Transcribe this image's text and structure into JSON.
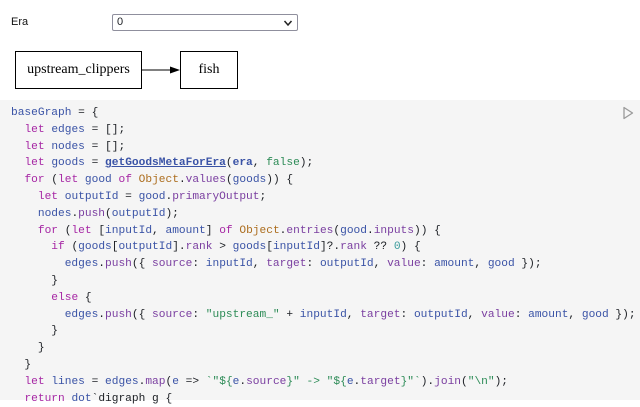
{
  "era_control": {
    "label": "Era",
    "selected": "0"
  },
  "graph": {
    "nodes": [
      "upstream_clippers",
      "fish"
    ]
  },
  "code": {
    "lines": [
      [
        [
          "var",
          "baseGraph"
        ],
        [
          "plain",
          " = {"
        ]
      ],
      [
        [
          "plain",
          "  "
        ],
        [
          "kw",
          "let"
        ],
        [
          "plain",
          " "
        ],
        [
          "var",
          "edges"
        ],
        [
          "plain",
          " = [];"
        ]
      ],
      [
        [
          "plain",
          "  "
        ],
        [
          "kw",
          "let"
        ],
        [
          "plain",
          " "
        ],
        [
          "var",
          "nodes"
        ],
        [
          "plain",
          " = [];"
        ]
      ],
      [
        [
          "plain",
          "  "
        ],
        [
          "kw",
          "let"
        ],
        [
          "plain",
          " "
        ],
        [
          "var",
          "goods"
        ],
        [
          "plain",
          " = "
        ],
        [
          "fn",
          "getGoodsMetaForEra"
        ],
        [
          "plain",
          "("
        ],
        [
          "arg",
          "era"
        ],
        [
          "plain",
          ", "
        ],
        [
          "lit",
          "false"
        ],
        [
          "plain",
          ");"
        ]
      ],
      [
        [
          "plain",
          "  "
        ],
        [
          "kw",
          "for"
        ],
        [
          "plain",
          " ("
        ],
        [
          "kw",
          "let"
        ],
        [
          "plain",
          " "
        ],
        [
          "var",
          "good"
        ],
        [
          "plain",
          " "
        ],
        [
          "kw",
          "of"
        ],
        [
          "plain",
          " "
        ],
        [
          "obj",
          "Object"
        ],
        [
          "plain",
          "."
        ],
        [
          "prop",
          "values"
        ],
        [
          "plain",
          "("
        ],
        [
          "var",
          "goods"
        ],
        [
          "plain",
          ")) {"
        ]
      ],
      [
        [
          "plain",
          "    "
        ],
        [
          "kw",
          "let"
        ],
        [
          "plain",
          " "
        ],
        [
          "var",
          "outputId"
        ],
        [
          "plain",
          " = "
        ],
        [
          "var",
          "good"
        ],
        [
          "plain",
          "."
        ],
        [
          "prop",
          "primaryOutput"
        ],
        [
          "plain",
          ";"
        ]
      ],
      [
        [
          "plain",
          "    "
        ],
        [
          "var",
          "nodes"
        ],
        [
          "plain",
          "."
        ],
        [
          "prop",
          "push"
        ],
        [
          "plain",
          "("
        ],
        [
          "var",
          "outputId"
        ],
        [
          "plain",
          ");"
        ]
      ],
      [
        [
          "plain",
          "    "
        ],
        [
          "kw",
          "for"
        ],
        [
          "plain",
          " ("
        ],
        [
          "kw",
          "let"
        ],
        [
          "plain",
          " ["
        ],
        [
          "var",
          "inputId"
        ],
        [
          "plain",
          ", "
        ],
        [
          "var",
          "amount"
        ],
        [
          "plain",
          "] "
        ],
        [
          "kw",
          "of"
        ],
        [
          "plain",
          " "
        ],
        [
          "obj",
          "Object"
        ],
        [
          "plain",
          "."
        ],
        [
          "prop",
          "entries"
        ],
        [
          "plain",
          "("
        ],
        [
          "var",
          "good"
        ],
        [
          "plain",
          "."
        ],
        [
          "prop",
          "inputs"
        ],
        [
          "plain",
          ")) {"
        ]
      ],
      [
        [
          "plain",
          "      "
        ],
        [
          "kw",
          "if"
        ],
        [
          "plain",
          " ("
        ],
        [
          "var",
          "goods"
        ],
        [
          "plain",
          "["
        ],
        [
          "var",
          "outputId"
        ],
        [
          "plain",
          "]."
        ],
        [
          "prop",
          "rank"
        ],
        [
          "plain",
          " > "
        ],
        [
          "var",
          "goods"
        ],
        [
          "plain",
          "["
        ],
        [
          "var",
          "inputId"
        ],
        [
          "plain",
          "]?."
        ],
        [
          "prop",
          "rank"
        ],
        [
          "plain",
          " ?? "
        ],
        [
          "num",
          "0"
        ],
        [
          "plain",
          ") {"
        ]
      ],
      [
        [
          "plain",
          "        "
        ],
        [
          "var",
          "edges"
        ],
        [
          "plain",
          "."
        ],
        [
          "prop",
          "push"
        ],
        [
          "plain",
          "({ "
        ],
        [
          "prop",
          "source"
        ],
        [
          "plain",
          ": "
        ],
        [
          "var",
          "inputId"
        ],
        [
          "plain",
          ", "
        ],
        [
          "prop",
          "target"
        ],
        [
          "plain",
          ": "
        ],
        [
          "var",
          "outputId"
        ],
        [
          "plain",
          ", "
        ],
        [
          "prop",
          "value"
        ],
        [
          "plain",
          ": "
        ],
        [
          "var",
          "amount"
        ],
        [
          "plain",
          ", "
        ],
        [
          "var",
          "good"
        ],
        [
          "plain",
          " });"
        ]
      ],
      [
        [
          "plain",
          "      }"
        ]
      ],
      [
        [
          "plain",
          "      "
        ],
        [
          "kw",
          "else"
        ],
        [
          "plain",
          " {"
        ]
      ],
      [
        [
          "plain",
          "        "
        ],
        [
          "var",
          "edges"
        ],
        [
          "plain",
          "."
        ],
        [
          "prop",
          "push"
        ],
        [
          "plain",
          "({ "
        ],
        [
          "prop",
          "source"
        ],
        [
          "plain",
          ": "
        ],
        [
          "str",
          "\"upstream_\""
        ],
        [
          "plain",
          " + "
        ],
        [
          "var",
          "inputId"
        ],
        [
          "plain",
          ", "
        ],
        [
          "prop",
          "target"
        ],
        [
          "plain",
          ": "
        ],
        [
          "var",
          "outputId"
        ],
        [
          "plain",
          ", "
        ],
        [
          "prop",
          "value"
        ],
        [
          "plain",
          ": "
        ],
        [
          "var",
          "amount"
        ],
        [
          "plain",
          ", "
        ],
        [
          "var",
          "good"
        ],
        [
          "plain",
          " });"
        ]
      ],
      [
        [
          "plain",
          "      }"
        ]
      ],
      [
        [
          "plain",
          "    }"
        ]
      ],
      [
        [
          "plain",
          "  }"
        ]
      ],
      [
        [
          "plain",
          "  "
        ],
        [
          "kw",
          "let"
        ],
        [
          "plain",
          " "
        ],
        [
          "var",
          "lines"
        ],
        [
          "plain",
          " = "
        ],
        [
          "var",
          "edges"
        ],
        [
          "plain",
          "."
        ],
        [
          "prop",
          "map"
        ],
        [
          "plain",
          "("
        ],
        [
          "var",
          "e"
        ],
        [
          "plain",
          " => "
        ],
        [
          "str",
          "`\"${"
        ],
        [
          "var",
          "e"
        ],
        [
          "plain",
          "."
        ],
        [
          "prop",
          "source"
        ],
        [
          "str",
          "}\" -> \"${"
        ],
        [
          "var",
          "e"
        ],
        [
          "plain",
          "."
        ],
        [
          "prop",
          "target"
        ],
        [
          "str",
          "}\"`"
        ],
        [
          "plain",
          ")."
        ],
        [
          "prop",
          "join"
        ],
        [
          "plain",
          "("
        ],
        [
          "str",
          "\"\\n\""
        ],
        [
          "plain",
          ");"
        ]
      ],
      [
        [
          "plain",
          "  "
        ],
        [
          "kw",
          "return"
        ],
        [
          "plain",
          " "
        ],
        [
          "var",
          "dot"
        ],
        [
          "plain",
          "`digraph g {"
        ]
      ]
    ]
  }
}
